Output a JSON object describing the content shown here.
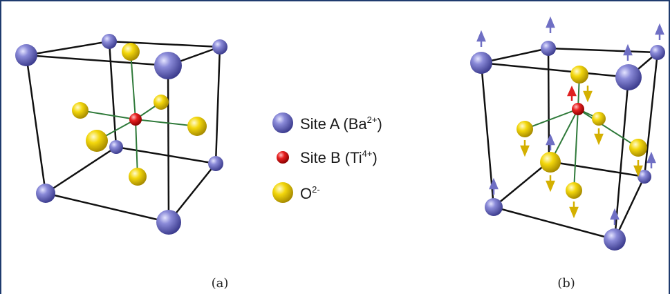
{
  "legend": {
    "site_a": {
      "label": "Site A (Ba",
      "sup": "2+",
      "close": ")",
      "color": "#6f6fc4"
    },
    "site_b": {
      "label": "Site B (Ti",
      "sup": "4+",
      "close": ")",
      "color": "#e02020"
    },
    "oxygen": {
      "label": "O",
      "sup": "2-",
      "color": "#f0d200"
    }
  },
  "captions": {
    "a": "(a)",
    "b": "(b)"
  },
  "colors": {
    "frame": "#1f3b6e",
    "edge": "#111111",
    "bond": "#2f7a3a",
    "arrow_blue": "#6f6fc4",
    "arrow_yellow": "#d4b000",
    "arrow_red": "#e02020"
  }
}
